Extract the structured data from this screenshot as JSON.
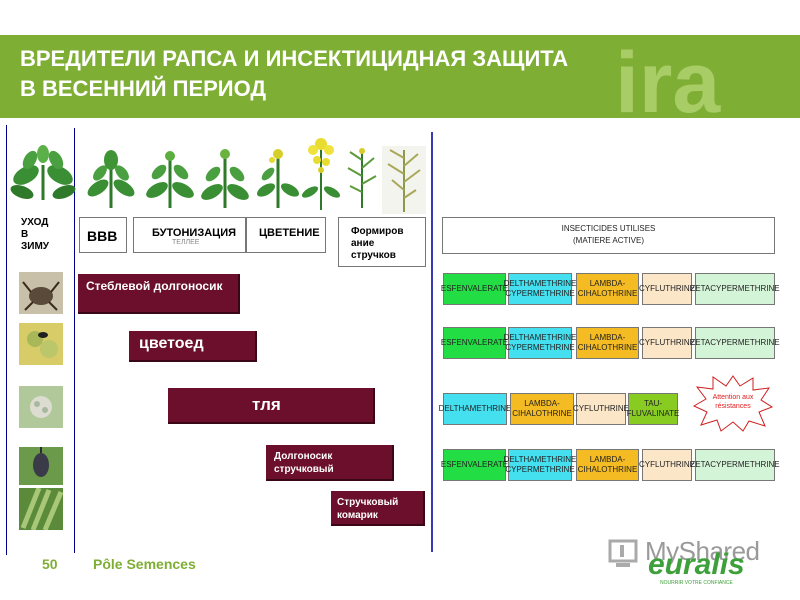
{
  "title": "ВРЕДИТЕЛИ РАПСА  И ИНСЕКТИЦИДНАЯ ЗАЩИТА\nВ ВЕСЕННИЙ ПЕРИОД",
  "header_logo": "ira",
  "stages": {
    "winter_care": "УХОД\nВ\nЗИМУ",
    "bbb": "BBB",
    "budding": "БУТОНИЗАЦИЯ",
    "budding_shadow": "ТЕЛЛЕЕ",
    "flowering": "ЦВЕТЕНИЕ",
    "pod_formation": "Формиров\nание\nстручков"
  },
  "pests": {
    "stem_weevil": "Стеблевой долгоносик",
    "pollen_beetle": "цветоед",
    "aphid": "тля",
    "pod_weevil": "Долгоносик стручковый",
    "pod_midge": "Стручковый комарик"
  },
  "insecticides_header": "INSECTICIDES UTILISES\n(MATIERE ACTIVE)",
  "insecticide_rows": [
    [
      {
        "text": "ESFENVALERATE",
        "color": "#22dd44"
      },
      {
        "text": "DELTHAMETHRINE\nCYPERMETHRINE",
        "color": "#44e0f0"
      },
      {
        "text": "LAMBDA-\nCIHALOTHRINE",
        "color": "#f4bb22"
      },
      {
        "text": "CYFLUTHRINE",
        "color": "#fbe6c8"
      },
      {
        "text": "ZETACYPERMETHRINE",
        "color": "#d4f4d8"
      }
    ],
    [
      {
        "text": "ESFENVALERATE",
        "color": "#22dd44"
      },
      {
        "text": "DELTHAMETHRINE\nCYPERMETHRINE",
        "color": "#44e0f0"
      },
      {
        "text": "LAMBDA-\nCIHALOTHRINE",
        "color": "#f4bb22"
      },
      {
        "text": "CYFLUTHRINE",
        "color": "#fbe6c8"
      },
      {
        "text": "ZETACYPERMETHRINE",
        "color": "#d4f4d8"
      }
    ],
    [
      {
        "text": "DELTHAMETHRINE",
        "color": "#44e0f0"
      },
      {
        "text": "LAMBDA-\nCIHALOTHRINE",
        "color": "#f4bb22"
      },
      {
        "text": "CYFLUTHRINE",
        "color": "#fbe6c8"
      },
      {
        "text": "TAU-\nFLUVALINATE",
        "color": "#88cc22"
      }
    ],
    [
      {
        "text": "ESFENVALERATE",
        "color": "#22dd44"
      },
      {
        "text": "DELTHAMETHRINE\nCYPERMETHRINE",
        "color": "#44e0f0"
      },
      {
        "text": "LAMBDA-\nCIHALOTHRINE",
        "color": "#f4bb22"
      },
      {
        "text": "CYFLUTHRINE",
        "color": "#fbe6c8"
      },
      {
        "text": "ZETACYPERMETHRINE",
        "color": "#d4f4d8"
      }
    ]
  ],
  "resistance_note": "Attention aux\nrésistances",
  "footer": {
    "page_number": "50",
    "label": "Pôle Semences",
    "watermark": "MyShared",
    "logo": "euralis",
    "tagline": "NOURRIR VOTRE CONFIANCE"
  },
  "colors": {
    "header_green": "#7fae35",
    "pest_bar": "#6b0f2c",
    "divider_blue": "#000088"
  }
}
